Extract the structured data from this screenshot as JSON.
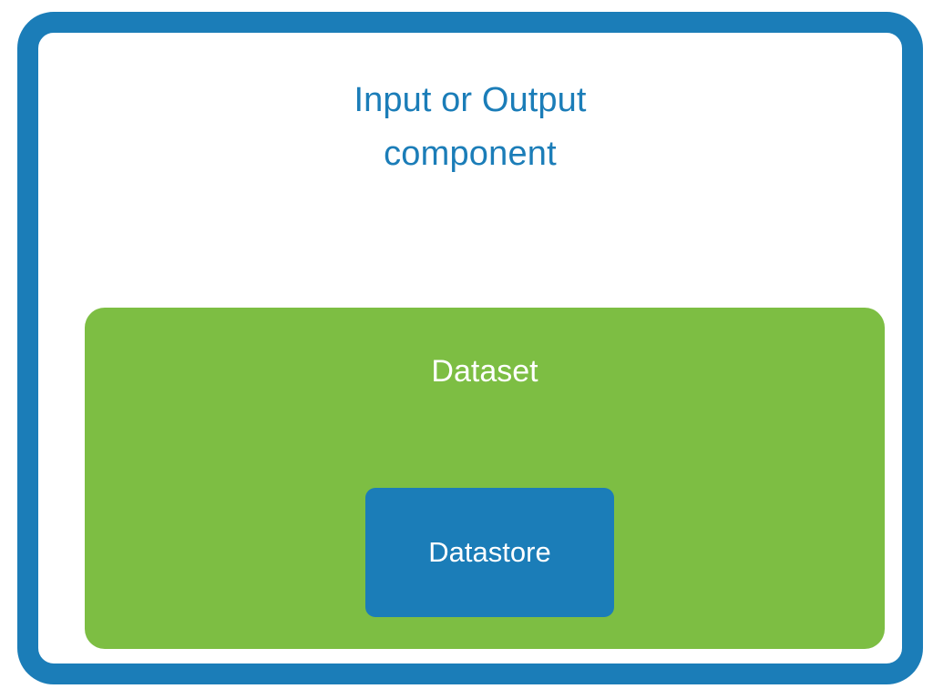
{
  "diagram": {
    "type": "nested-containment-diagram",
    "background_color": "#ffffff",
    "component": {
      "name": "input-output-component",
      "title_line_1": "Input or Output",
      "title_line_2": "component",
      "title_full": "Input or Output component",
      "border_color": "#1b7db8",
      "fill_color": "#ffffff",
      "shape": "rounded-rectangle"
    },
    "dataset": {
      "name": "dataset",
      "label": "Dataset",
      "fill_color": "#7dbe43",
      "text_color": "#ffffff",
      "shape": "rounded-rectangle"
    },
    "datastore": {
      "name": "datastore",
      "label": "Datastore",
      "fill_color": "#1b7db8",
      "text_color": "#ffffff",
      "shape": "rounded-rectangle"
    }
  }
}
